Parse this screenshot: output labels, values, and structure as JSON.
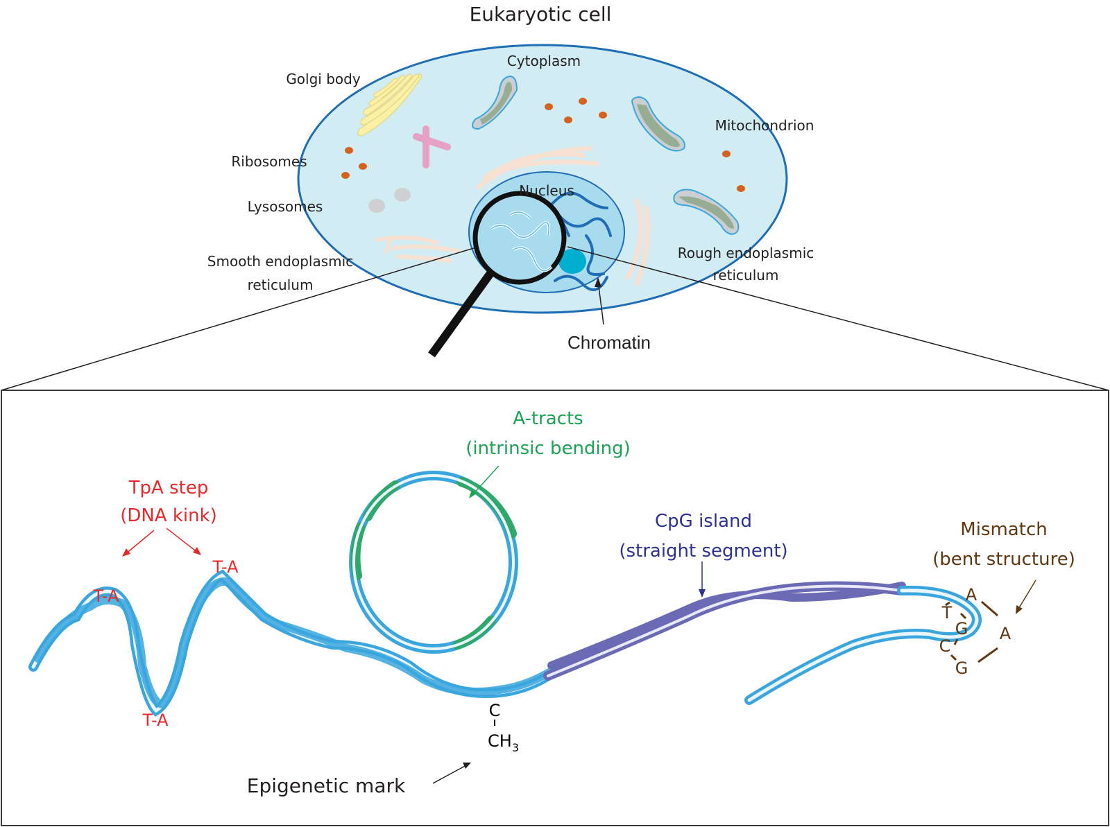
{
  "title": "Eukaryotic cell",
  "colors": {
    "cell_fill": "#d2ecf3",
    "cell_border": "#1f6db5",
    "nucleus_fill": "#a9dbee",
    "chromatin": "#1f6db5",
    "nucleolus": "#00aed0",
    "golgi": "#fbf1a6",
    "er": "#f6e1d3",
    "mito_fill": "#c9cfd3",
    "mito_inner": "#97ad93",
    "ribosome": "#d4621f",
    "lysosome": "#cfd0d2",
    "centriole": "#e7a0c6",
    "dna_default": "#5bb8e6",
    "dna_atract": "#2fa86b",
    "dna_cpg": "#6b6bb5",
    "tpa_red": "#e8282b",
    "atract_green": "#1da354",
    "cpg_navy": "#2e3192",
    "mismatch_brown": "#603813",
    "text_dark": "#231f20"
  },
  "cell_labels": {
    "cytoplasm": "Cytoplasm",
    "golgi": "Golgi body",
    "mitochondrion": "Mitochondrion",
    "ribosomes": "Ribosomes",
    "lysosomes": "Lysosomes",
    "nucleus": "Nucleus",
    "smooth_er_line1": "Smooth endoplasmic",
    "smooth_er_line2": "reticulum",
    "rough_er_line1": "Rough endoplasmic",
    "rough_er_line2": "reticulum",
    "chromatin": "Chromatin"
  },
  "dna_panel": {
    "tpa": {
      "line1": "TpA step",
      "line2": "(DNA kink)",
      "marker": "T-A"
    },
    "atracts": {
      "line1": "A-tracts",
      "line2": "(intrinsic bending)"
    },
    "cpg": {
      "line1": "CpG island",
      "line2": "(straight segment)"
    },
    "mismatch": {
      "line1": "Mismatch",
      "line2": "(bent structure)",
      "bases": [
        "A",
        "T",
        "G",
        "A",
        "C",
        "G"
      ]
    },
    "epigenetic": {
      "label": "Epigenetic mark",
      "base": "C",
      "bond": "|",
      "methyl": "CH",
      "methyl_sub": "3"
    }
  }
}
